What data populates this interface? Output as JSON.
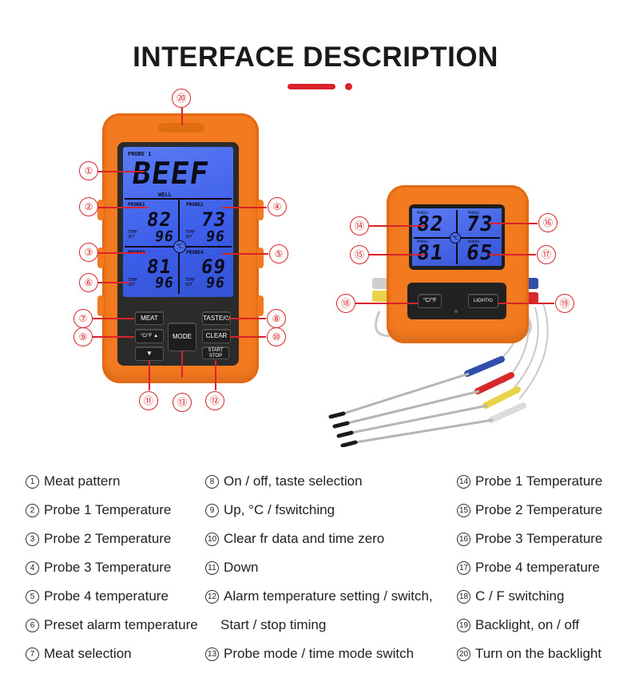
{
  "title": "INTERFACE DESCRIPTION",
  "colors": {
    "accent": "#d8232a",
    "device": "#f47a20",
    "lcd": "#3b5de8"
  },
  "device1": {
    "probe_header": "PROBE 1",
    "meat": "BEEF",
    "doneness": "WELL",
    "cells": [
      {
        "label": "PROBE1",
        "temp": "82",
        "set": "96",
        "tempset": "TEMP SET"
      },
      {
        "label": "PROBE2",
        "temp": "73",
        "set": "96",
        "tempset": "TEMP SET"
      },
      {
        "label": "PROBE3",
        "temp": "81",
        "set": "96",
        "tempset": "TEMP SET"
      },
      {
        "label": "PROBE4",
        "temp": "69",
        "set": "96",
        "tempset": "TEMP SET"
      }
    ],
    "buttons": {
      "meat": "MEAT",
      "taste": "TASTE/⏻",
      "up": "°C/°F ▲",
      "mode": "MODE",
      "clear": "CLEAR",
      "down": "▼",
      "startstop": "START STOP"
    }
  },
  "device2": {
    "temps": [
      "82",
      "73",
      "81",
      "65"
    ],
    "labels": [
      "PROBE1",
      "PROBE2",
      "PROBE3",
      "PROBE4"
    ],
    "buttons": {
      "cf": "°C/°F",
      "light": "LIGHT/⏻"
    }
  },
  "callouts": [
    "①",
    "②",
    "③",
    "④",
    "⑤",
    "⑥",
    "⑦",
    "⑧",
    "⑨",
    "⑩",
    "⑪",
    "⑫",
    "⑬",
    "⑭",
    "⑮",
    "⑯",
    "⑰",
    "⑱",
    "⑲",
    "⑳"
  ],
  "legend": {
    "col1": [
      {
        "n": "1",
        "text": "Meat pattern"
      },
      {
        "n": "2",
        "text": "Probe 1 Temperature"
      },
      {
        "n": "3",
        "text": "Probe 2 Temperature"
      },
      {
        "n": "4",
        "text": "Probe 3 Temperature"
      },
      {
        "n": "5",
        "text": "Probe 4 temperature"
      },
      {
        "n": "6",
        "text": "Preset alarm temperature"
      },
      {
        "n": "7",
        "text": "Meat selection"
      }
    ],
    "col2": [
      {
        "n": "8",
        "text": "On / off, taste selection"
      },
      {
        "n": "9",
        "text": "Up, °C / fswitching"
      },
      {
        "n": "10",
        "text": "Clear fr data and time zero"
      },
      {
        "n": "11",
        "text": "Down"
      },
      {
        "n": "12",
        "text": "Alarm temperature setting / switch,"
      },
      {
        "n": "",
        "text": "Start / stop timing"
      },
      {
        "n": "13",
        "text": "Probe mode / time mode switch"
      }
    ],
    "col3": [
      {
        "n": "14",
        "text": "Probe 1 Temperature"
      },
      {
        "n": "15",
        "text": "Probe 2 Temperature"
      },
      {
        "n": "16",
        "text": "Probe 3 Temperature"
      },
      {
        "n": "17",
        "text": "Probe 4 temperature"
      },
      {
        "n": "18",
        "text": "C / F switching"
      },
      {
        "n": "19",
        "text": "Backlight, on / off"
      },
      {
        "n": "20",
        "text": "Turn on the backlight"
      }
    ]
  }
}
